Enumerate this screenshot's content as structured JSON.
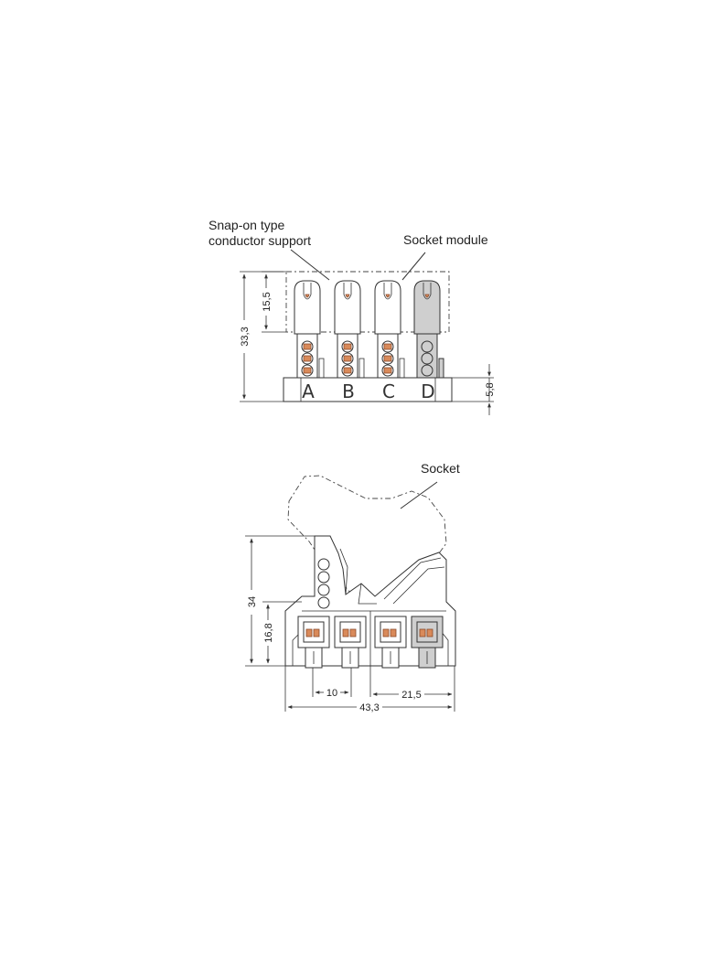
{
  "top_view": {
    "callouts": {
      "snap_on_line1": "Snap-on type",
      "snap_on_line2": "conductor support",
      "socket_module": "Socket module"
    },
    "dimensions": {
      "height_total": "33,3",
      "height_support": "15,5",
      "base_height": "5,8"
    },
    "slots": [
      {
        "letter": "A"
      },
      {
        "letter": "B"
      },
      {
        "letter": "C"
      },
      {
        "letter": "D"
      }
    ]
  },
  "side_view": {
    "callouts": {
      "socket": "Socket"
    },
    "dimensions": {
      "height_total": "34",
      "height_lower": "16,8",
      "pitch": "10",
      "span_partial": "21,5",
      "width_total": "43,3"
    }
  },
  "colors": {
    "line": "#333333",
    "contact": "#d98a5a",
    "module_fill": "#cfcfcf"
  }
}
